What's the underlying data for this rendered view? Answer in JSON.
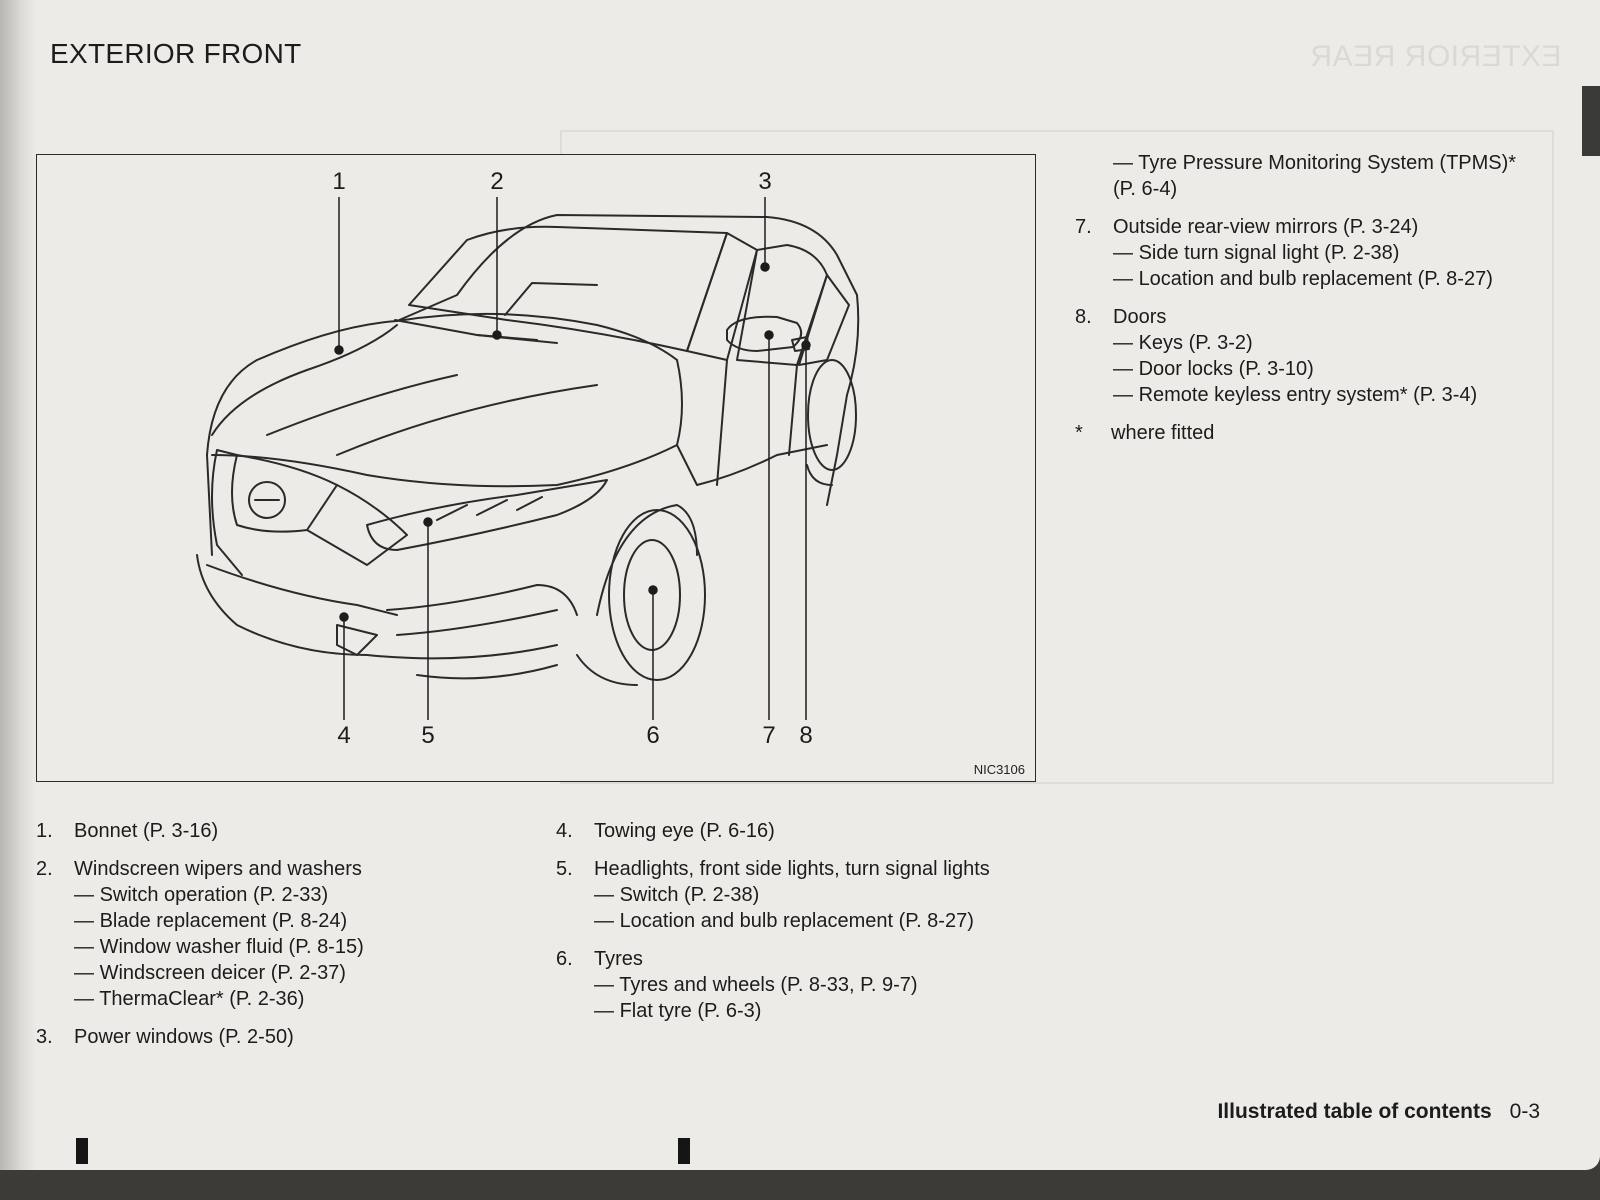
{
  "header": {
    "title": "EXTERIOR FRONT"
  },
  "figure": {
    "code": "NIC3106",
    "callouts": [
      "1",
      "2",
      "3",
      "4",
      "5",
      "6",
      "7",
      "8"
    ]
  },
  "col1": [
    {
      "num": "1.",
      "label": "Bonnet (P. 3-16)",
      "subs": []
    },
    {
      "num": "2.",
      "label": "Windscreen wipers and washers",
      "subs": [
        "Switch operation (P. 2-33)",
        "Blade replacement (P. 8-24)",
        "Window washer fluid (P. 8-15)",
        "Windscreen deicer (P. 2-37)",
        "ThermaClear* (P. 2-36)"
      ]
    },
    {
      "num": "3.",
      "label": "Power windows (P. 2-50)",
      "subs": []
    }
  ],
  "col2": [
    {
      "num": "4.",
      "label": "Towing eye (P. 6-16)",
      "subs": []
    },
    {
      "num": "5.",
      "label": "Headlights, front side lights, turn signal lights",
      "subs": [
        "Switch (P. 2-38)",
        "Location and bulb replacement (P. 8-27)"
      ]
    },
    {
      "num": "6.",
      "label": "Tyres",
      "subs": [
        "Tyres and wheels (P. 8-33, P. 9-7)",
        "Flat tyre (P. 6-3)"
      ]
    }
  ],
  "col3": {
    "continued": "Tyre Pressure Monitoring System (TPMS)*",
    "continued_ref": "(P. 6-4)",
    "items": [
      {
        "num": "7.",
        "label": "Outside rear-view mirrors (P. 3-24)",
        "subs": [
          "Side turn signal light (P. 2-38)",
          "Location and bulb replacement (P. 8-27)"
        ]
      },
      {
        "num": "8.",
        "label": "Doors",
        "subs": [
          "Keys (P. 3-2)",
          "Door locks (P. 3-10)",
          "Remote keyless entry system* (P. 3-4)"
        ]
      }
    ],
    "note_symbol": "*",
    "note_text": "where fitted"
  },
  "ghost": {
    "title": "EXTERIOR REAR"
  },
  "footer": {
    "section": "Illustrated table of contents",
    "page": "0-3"
  }
}
